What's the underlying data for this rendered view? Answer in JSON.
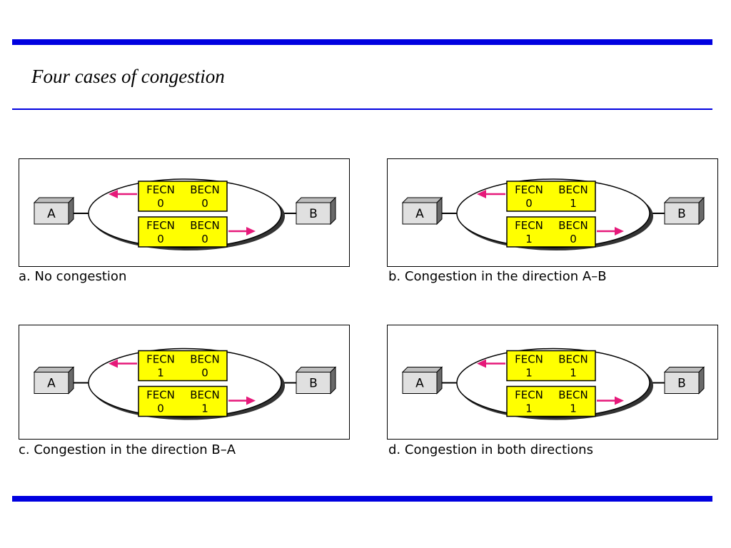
{
  "title": "Four cases of congestion",
  "colors": {
    "rule": "#0000e0",
    "frame_fill": "#ffff00",
    "arrow": "#e6197a",
    "node_fill": "#e0e0e0"
  },
  "nodes": {
    "left": "A",
    "right": "B"
  },
  "field_labels": {
    "fecn": "FECN",
    "becn": "BECN"
  },
  "cases": [
    {
      "caption": "a. No congestion",
      "top_frame": {
        "fecn": "0",
        "becn": "0"
      },
      "bottom_frame": {
        "fecn": "0",
        "becn": "0"
      }
    },
    {
      "caption": "b. Congestion in the direction A–B",
      "top_frame": {
        "fecn": "0",
        "becn": "1"
      },
      "bottom_frame": {
        "fecn": "1",
        "becn": "0"
      }
    },
    {
      "caption": "c. Congestion in the direction B–A",
      "top_frame": {
        "fecn": "1",
        "becn": "0"
      },
      "bottom_frame": {
        "fecn": "0",
        "becn": "1"
      }
    },
    {
      "caption": "d. Congestion in both directions",
      "top_frame": {
        "fecn": "1",
        "becn": "1"
      },
      "bottom_frame": {
        "fecn": "1",
        "becn": "1"
      }
    }
  ]
}
